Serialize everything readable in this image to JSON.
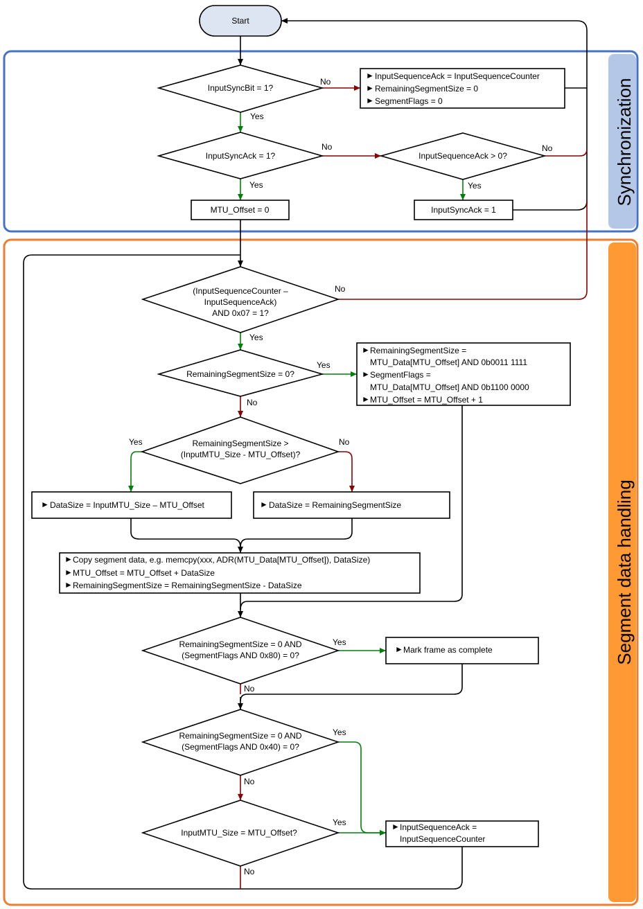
{
  "sections": {
    "sync": {
      "title": "Synchronization",
      "border_color": "#4472C4",
      "label_bg": "#B4C7E7"
    },
    "segment": {
      "title": "Segment data handling",
      "border_color": "#ED7D31",
      "label_bg": "#FF9933"
    }
  },
  "colors": {
    "yes": "#00800A",
    "no": "#8B0000",
    "flow": "#000000"
  },
  "start": "Start",
  "d1": {
    "text": "InputSyncBit = 1?",
    "yes": "Yes",
    "no": "No"
  },
  "b1": [
    "InputSequenceAck = InputSequenceCounter",
    "RemainingSegmentSize = 0",
    "SegmentFlags = 0"
  ],
  "d2": {
    "text": "InputSyncAck = 1?",
    "yes": "Yes",
    "no": "No"
  },
  "d3": {
    "text": "InputSequenceAck > 0?",
    "yes": "Yes",
    "no": "No"
  },
  "p_mtu0": "MTU_Offset = 0",
  "p_sync1": "InputSyncAck = 1",
  "d4": {
    "lines": [
      "(InputSequenceCounter –",
      "InputSequenceAck)",
      "AND 0x07 = 1?"
    ],
    "yes": "Yes",
    "no": "No"
  },
  "d5": {
    "text": "RemainingSegmentSize = 0?",
    "yes": "Yes",
    "no": "No"
  },
  "b5": [
    "RemainingSegmentSize =",
    "MTU_Data[MTU_Offset] AND 0b0011 1111",
    "SegmentFlags =",
    "MTU_Data[MTU_Offset] AND 0b1100 0000",
    "MTU_Offset = MTU_Offset + 1"
  ],
  "d6": {
    "lines": [
      "RemainingSegmentSize >",
      "(InputMTU_Size - MTU_Offset)?"
    ],
    "yes": "Yes",
    "no": "No"
  },
  "b6a": "DataSize = InputMTU_Size – MTU_Offset",
  "b6b": "DataSize = RemainingSegmentSize",
  "b7": [
    "Copy segment data, e.g. memcpy(xxx, ADR(MTU_Data[MTU_Offset]), DataSize)",
    "MTU_Offset = MTU_Offset + DataSize",
    "RemainingSegmentSize = RemainingSegmentSize - DataSize"
  ],
  "d8": {
    "lines": [
      "RemainingSegmentSize = 0 AND",
      "(SegmentFlags AND 0x80) = 0?"
    ],
    "yes": "Yes",
    "no": "No"
  },
  "b8": "Mark frame as complete",
  "d9": {
    "lines": [
      "RemainingSegmentSize = 0 AND",
      "(SegmentFlags AND 0x40) = 0?"
    ],
    "yes": "Yes",
    "no": "No"
  },
  "d10": {
    "text": "InputMTU_Size = MTU_Offset?",
    "yes": "Yes",
    "no": "No"
  },
  "b10": [
    "InputSequenceAck =",
    "InputSequenceCounter"
  ]
}
